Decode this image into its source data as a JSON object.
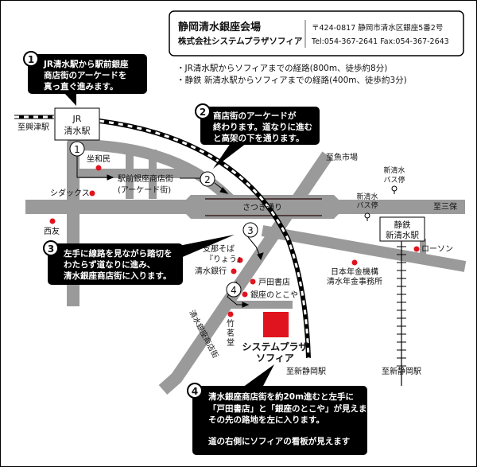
{
  "header": {
    "venue": "静岡清水銀座会場",
    "company": "株式会社システムプラザソフィア",
    "address": "〒424-0817 静岡市清水区銀座5番2号",
    "contact": "Tel:054-367-2641 Fax:054-367-2643"
  },
  "routes": [
    "・JR清水駅からソフィアまでの経路(800m、徒歩約8分)",
    "・静鉄 新清水駅からソフィアまでの経路(400m、徒歩約3分)"
  ],
  "callouts": [
    {
      "num": "1",
      "lines": [
        "JR清水駅から駅前銀座",
        "商店街のアーケードを",
        "真っ直ぐ進みます。"
      ]
    },
    {
      "num": "2",
      "lines": [
        "商店街のアーケードが",
        "終わります。道なりに進む",
        "と高架の下を通ります。"
      ]
    },
    {
      "num": "3",
      "lines": [
        "左手に線路を見ながら踏切を",
        "わたらず道なりに進み、",
        "清水銀座商店街に入ります。"
      ]
    },
    {
      "num": "4",
      "lines": [
        "清水銀座商店街を約20m進むと左手に",
        "「戸田書店」と「銀座のとこや」が見えます。",
        "その先の路地を左に入ります。",
        "道の右側にソフィアの看板が見えます"
      ]
    }
  ],
  "steps": [
    "1",
    "2",
    "3",
    "4"
  ],
  "stations": {
    "jr": [
      "JR",
      "清水駅"
    ],
    "shizutetsu": [
      "静鉄",
      "新清水駅"
    ]
  },
  "labels": {
    "to_okitsu": "至興津駅",
    "to_uoichiba": "至魚市場",
    "to_miho": "至三保",
    "to_shinshizuoka_1": "至新静岡駅",
    "to_shinshizuoka_2": "至新静岡駅",
    "arcade": "駅前銀座商店街",
    "arcade_sub": "(アーケード街)",
    "satsuki": "さつき通り",
    "ginza_street": "清水銀座商店街",
    "bus_stop_1": [
      "新清水",
      "バス停"
    ],
    "bus_stop_2": [
      "新清水",
      "バス停"
    ],
    "destination": [
      "システムプラザ",
      "ソフィア"
    ]
  },
  "landmarks": {
    "zawamin": "坐和民",
    "shidax": "シダックス",
    "seiyu": "西友",
    "ryou": [
      "支那そば",
      "『りょう』"
    ],
    "bank": "清水銀行",
    "toda": "戸田書店",
    "tokoya": "銀座のとこや",
    "chikumei": [
      "竹",
      "茗",
      "堂"
    ],
    "lawson": "ローソン",
    "pension": [
      "日本年金機構",
      "清水年金事務所"
    ]
  },
  "colors": {
    "accent": "#e0141e",
    "road": "#9a9a9a",
    "callout": "#000000"
  }
}
